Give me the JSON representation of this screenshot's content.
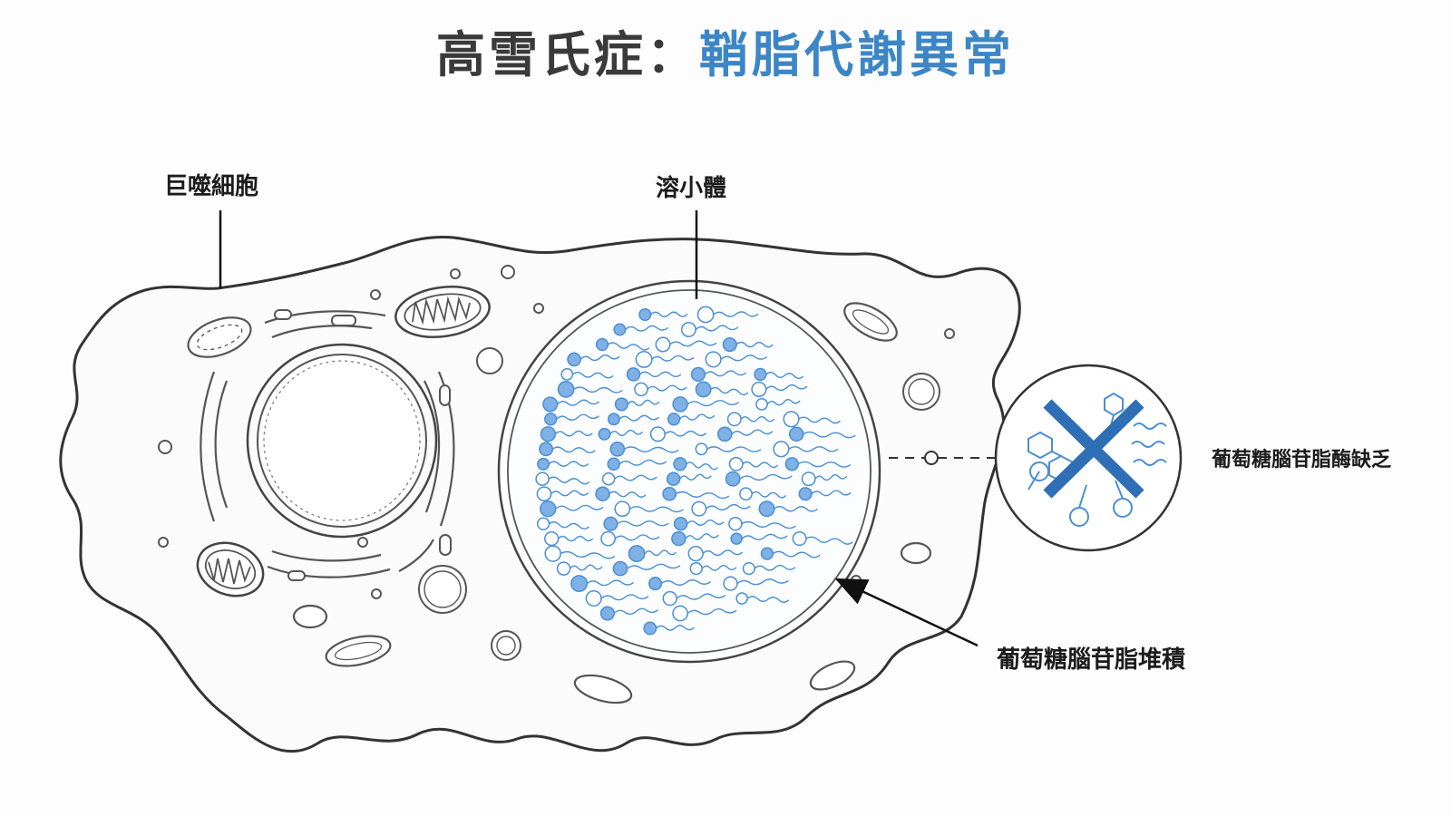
{
  "title": {
    "main": "高雪氏症：",
    "accent": "鞘脂代謝異常"
  },
  "labels": {
    "macrophage": "巨噬細胞",
    "lysosome": "溶小體",
    "enzyme_deficiency": "葡萄糖腦苷脂酶缺乏",
    "accumulation": "葡萄糖腦苷脂堆積"
  },
  "colors": {
    "accent": "#3d86c6",
    "outline": "#333333",
    "organelle": "#555555",
    "lipid": "#4a8fd4"
  }
}
